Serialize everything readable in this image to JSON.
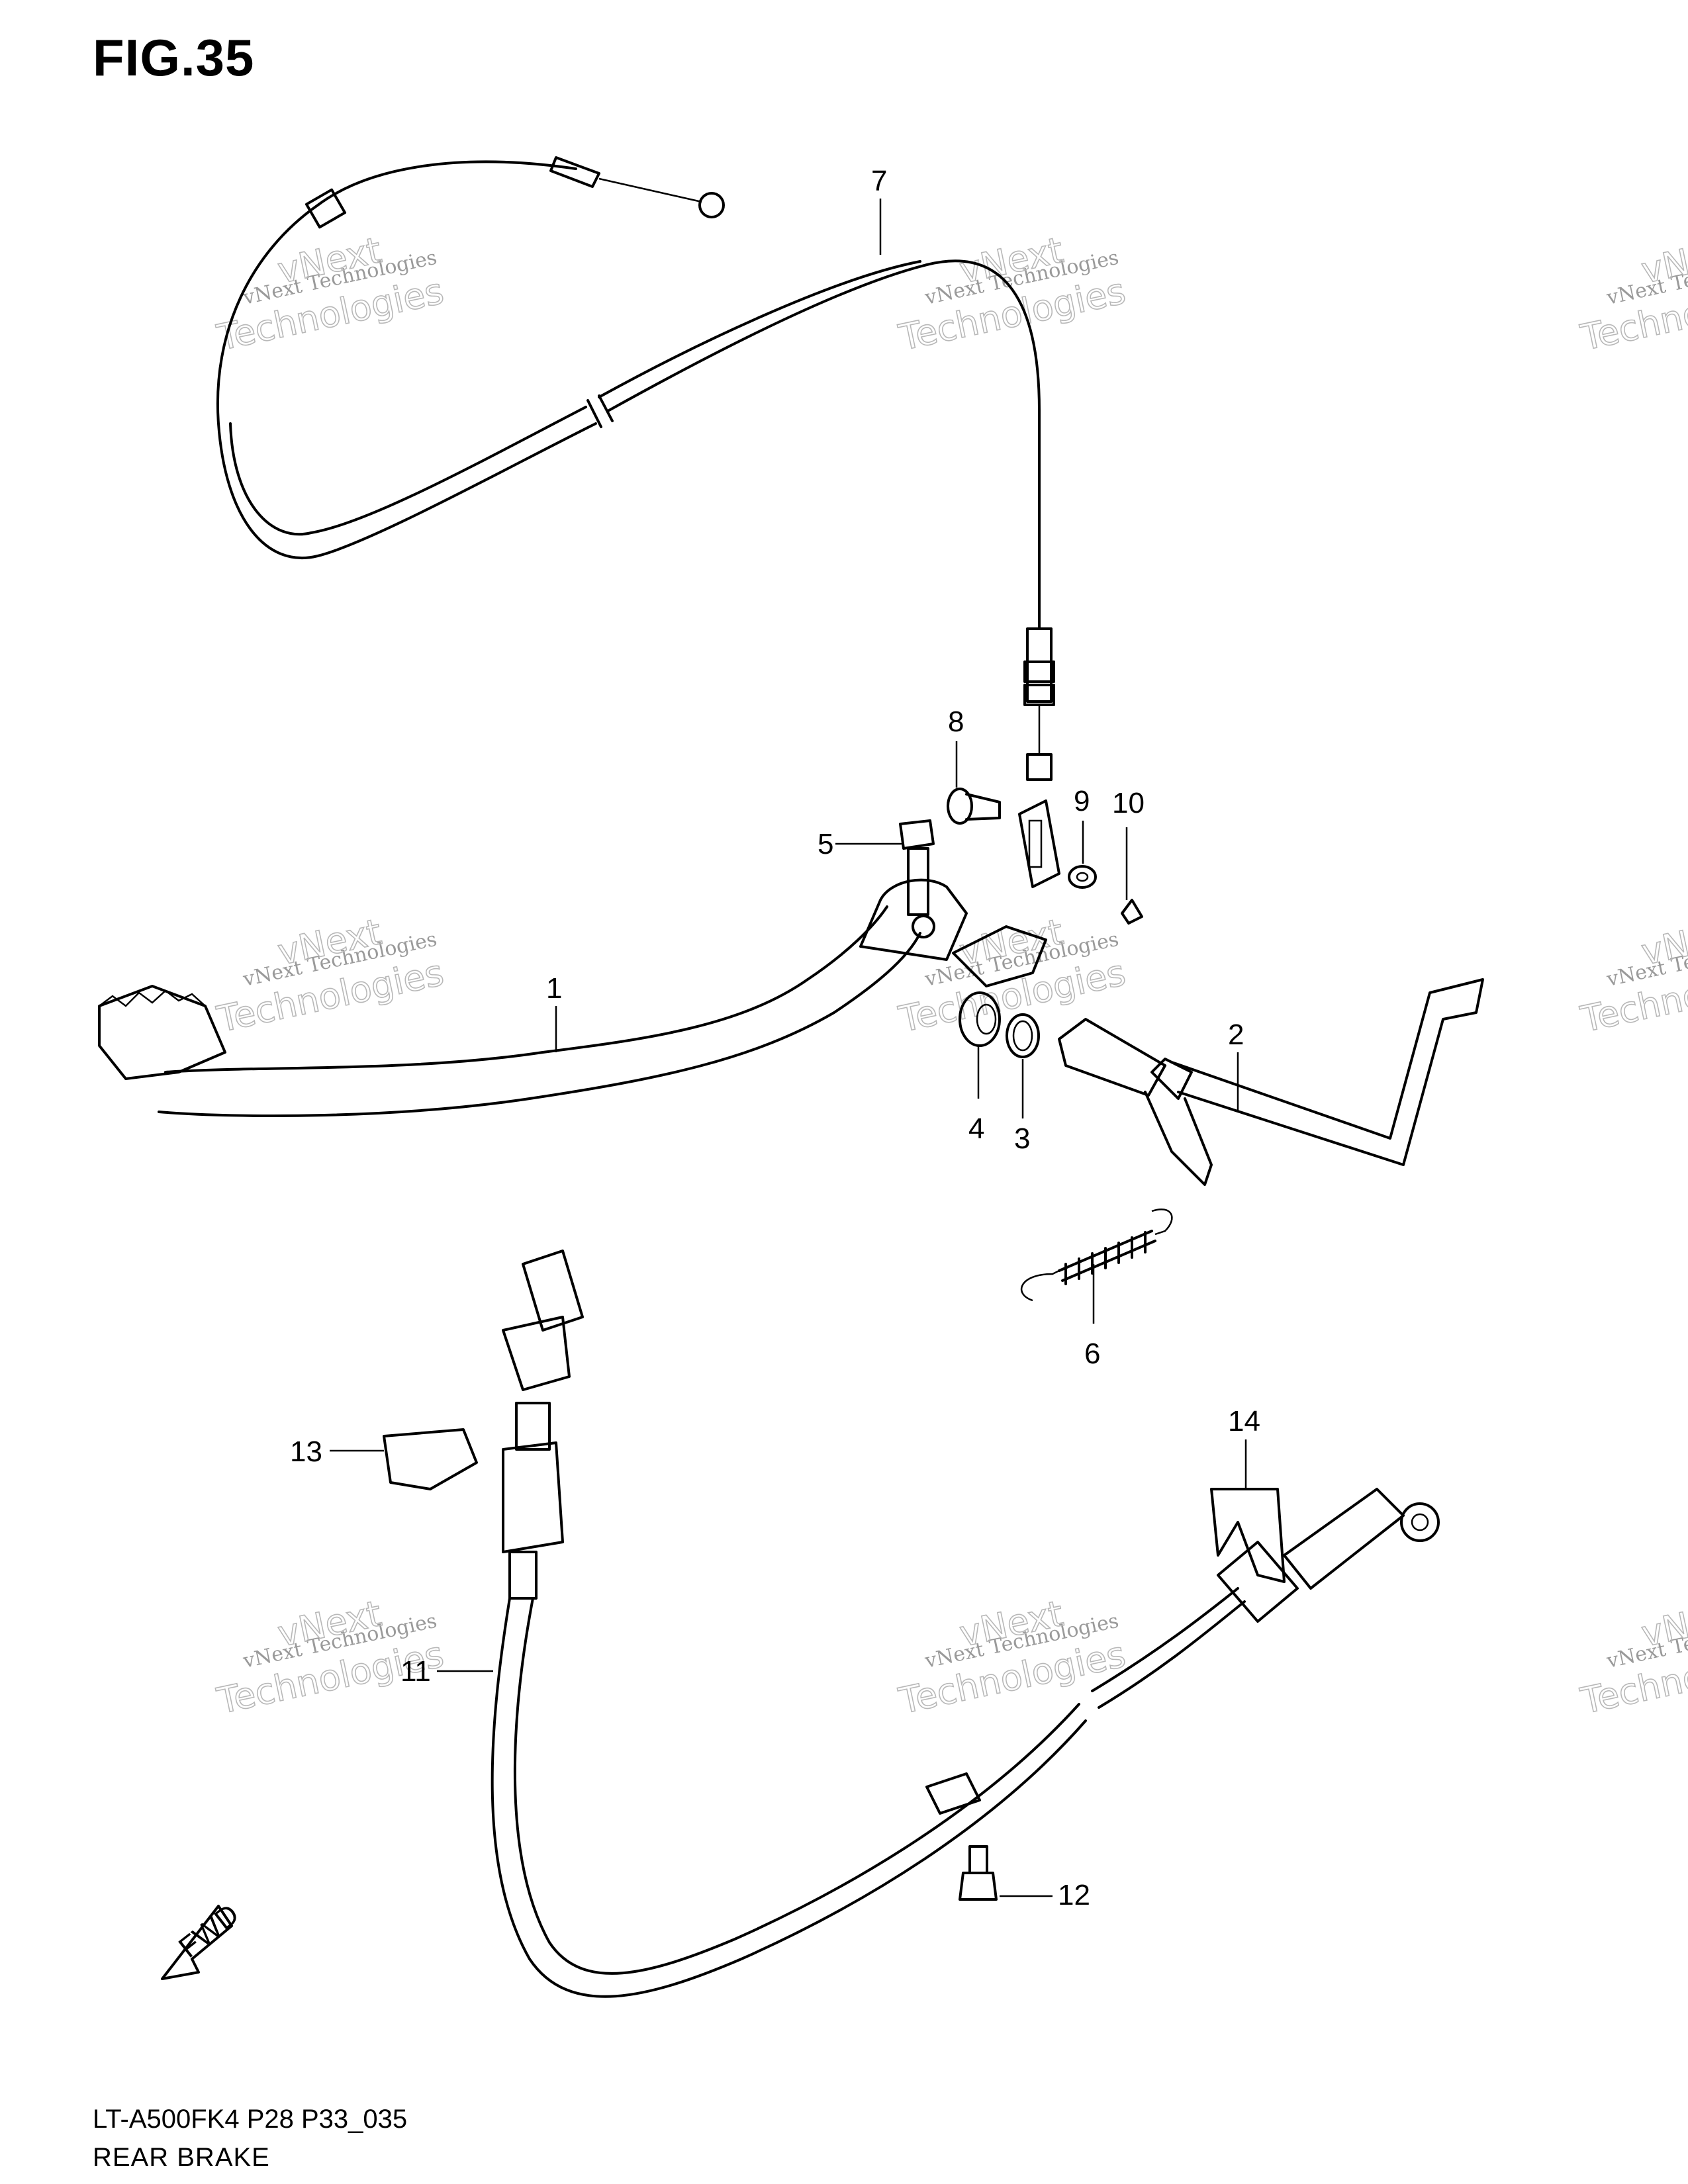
{
  "figure": {
    "title": "FIG.35",
    "model_code": "LT-A500FK4 P28 P33_035",
    "section_name": "REAR BRAKE"
  },
  "callouts": [
    {
      "id": "1",
      "label": "1"
    },
    {
      "id": "2",
      "label": "2"
    },
    {
      "id": "3",
      "label": "3"
    },
    {
      "id": "4",
      "label": "4"
    },
    {
      "id": "5",
      "label": "5"
    },
    {
      "id": "6",
      "label": "6"
    },
    {
      "id": "7",
      "label": "7"
    },
    {
      "id": "8",
      "label": "8"
    },
    {
      "id": "9",
      "label": "9"
    },
    {
      "id": "10",
      "label": "10"
    },
    {
      "id": "11",
      "label": "11"
    },
    {
      "id": "12",
      "label": "12"
    },
    {
      "id": "13",
      "label": "13"
    },
    {
      "id": "14",
      "label": "14"
    }
  ],
  "watermark": {
    "line1": "vNext Technologies",
    "line2": "vNext",
    "line3": "Technologies"
  },
  "fwd_arrow_label": "FWD"
}
